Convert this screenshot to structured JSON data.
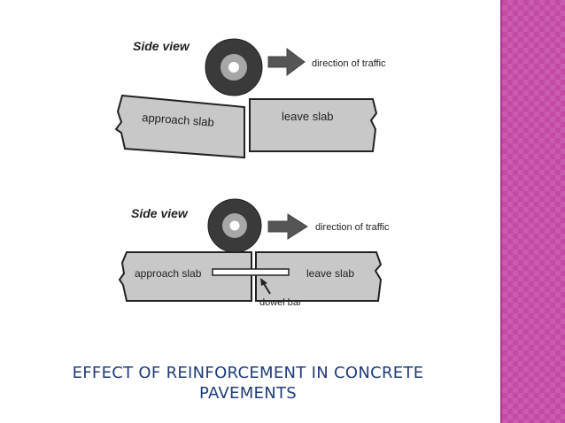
{
  "colors": {
    "accent_strip": "#c34aa5",
    "caption": "#1f3d7a",
    "slab_fill": "#c8c8c8",
    "wheel_outer": "#3a3a3a",
    "wheel_inner": "#a7a7a7",
    "arrow": "#555555"
  },
  "diagram_top": {
    "title": "Side view",
    "direction_label": "direction of traffic",
    "left_slab_label": "approach slab",
    "right_slab_label": "leave slab"
  },
  "diagram_bottom": {
    "title": "Side view",
    "direction_label": "direction of traffic",
    "left_slab_label": "approach slab",
    "right_slab_label": "leave slab",
    "dowel_label": "dowel bar"
  },
  "caption": {
    "line1": "EFFECT OF REINFORCEMENT IN CONCRETE",
    "line2": "PAVEMENTS"
  }
}
